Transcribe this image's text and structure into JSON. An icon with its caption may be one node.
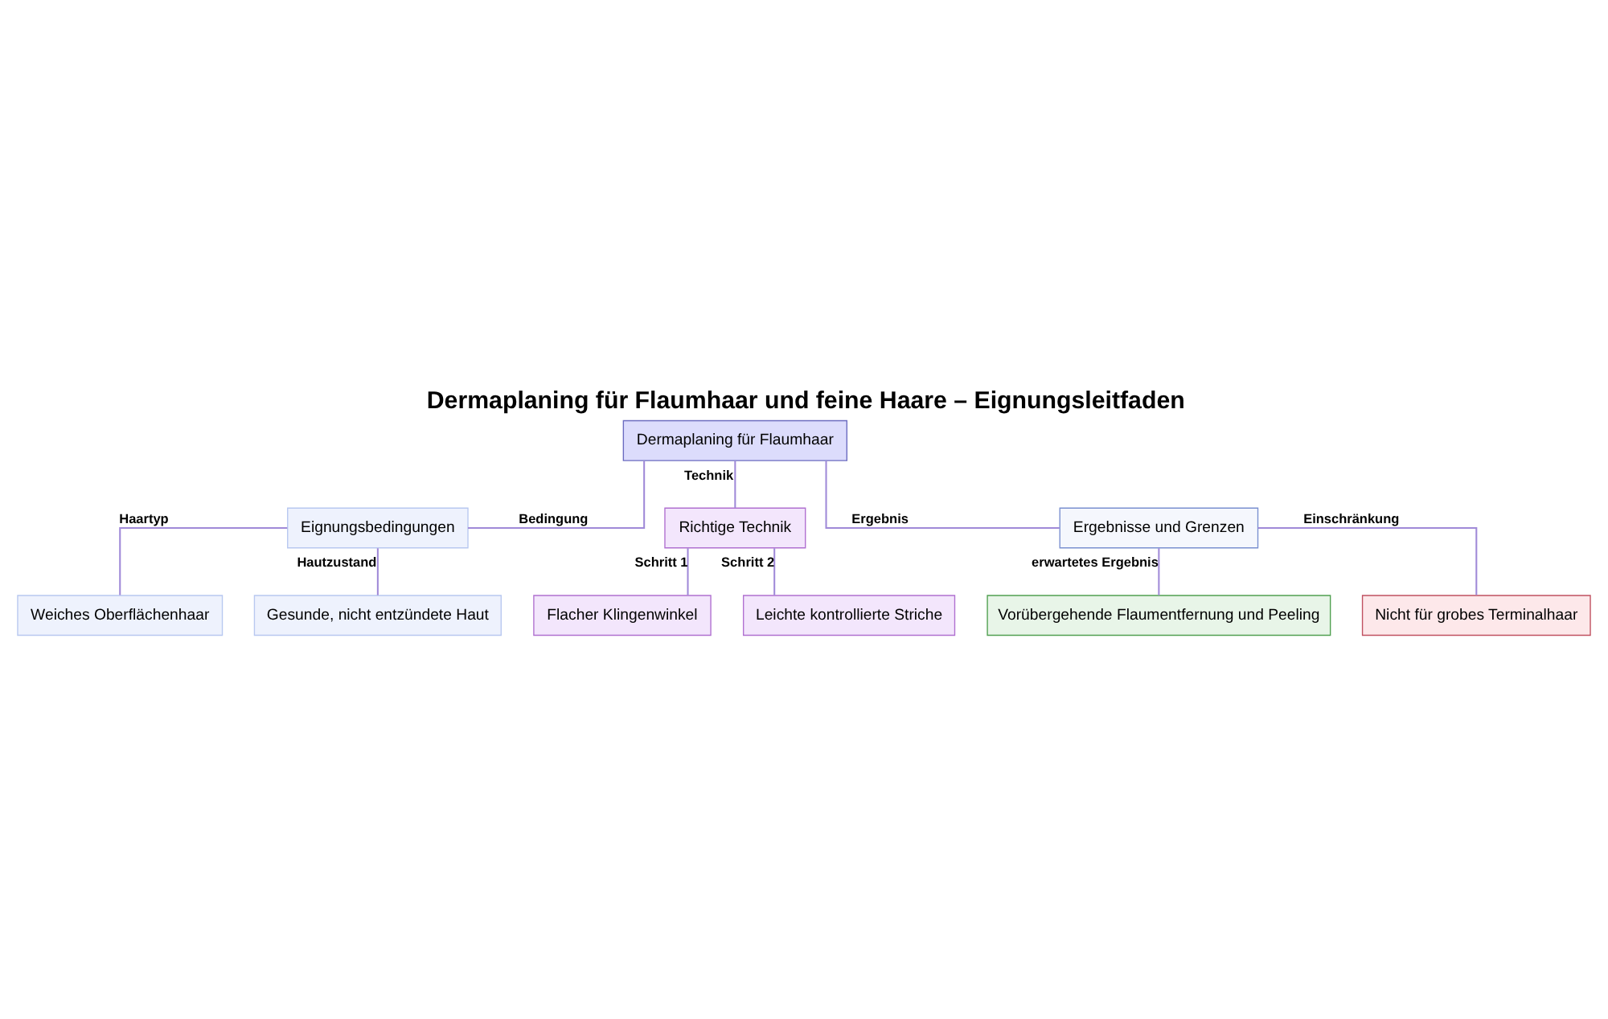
{
  "diagram": {
    "title": "Dermaplaning für Flaumhaar und feine Haare – Eignungsleitfaden",
    "nodes": [
      {
        "text": [
          "Dermaplaning für Flaumhaar"
        ]
      },
      {
        "text": [
          "Eignungsbedingungen"
        ]
      },
      {
        "text": [
          "Richtige Technik"
        ]
      },
      {
        "text": [
          "Ergebnisse und Grenzen"
        ]
      },
      {
        "text": [
          "Weiches Oberflächenhaar"
        ]
      },
      {
        "text": [
          "Gesunde, nicht entzündete Haut"
        ]
      },
      {
        "text": [
          "Flacher Klingenwinkel"
        ]
      },
      {
        "text": [
          "Leichte kontrollierte Striche"
        ]
      },
      {
        "text": [
          "Vorübergehende Flaumentfernung und Peeling"
        ]
      },
      {
        "text": [
          "Nicht für grobes Terminalhaar"
        ]
      }
    ],
    "edges": [
      {
        "from": 0,
        "to": 1,
        "arrow": "none",
        "label": "Bedingung"
      },
      {
        "from": 0,
        "to": 2,
        "arrow": "none",
        "label": "Technik"
      },
      {
        "from": 0,
        "to": 3,
        "arrow": "none",
        "label": "Ergebnis"
      },
      {
        "from": 1,
        "to": 4,
        "arrow": "none",
        "label": "Haartyp"
      },
      {
        "from": 1,
        "to": 5,
        "arrow": "none",
        "label": "Hautzustand"
      },
      {
        "from": 2,
        "to": 6,
        "arrow": "none",
        "label": "Schritt 1"
      },
      {
        "from": 2,
        "to": 7,
        "arrow": "none",
        "label": "Schritt 2"
      },
      {
        "from": 3,
        "to": 8,
        "arrow": "none",
        "label": "erwartetes Ergebnis"
      },
      {
        "from": 3,
        "to": 9,
        "arrow": "none",
        "label": "Einschränkung"
      }
    ]
  }
}
